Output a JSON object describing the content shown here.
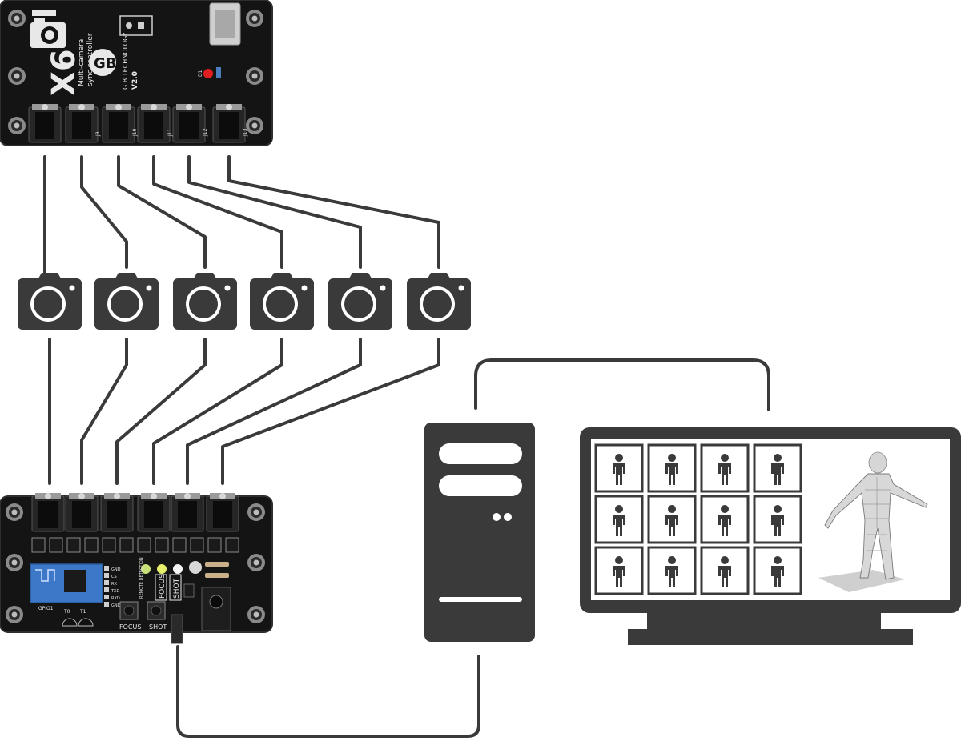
{
  "top_board": {
    "model": "X6",
    "brand_mark": "GB",
    "product_line1": "Multi-camera",
    "product_line2": "sync controller",
    "company": "G.B.TECHNOLOGY",
    "version": "V2.0",
    "led_label": "D1",
    "jacks": [
      "J8",
      "J10",
      "J11",
      "J12",
      "J13"
    ]
  },
  "bottom_board": {
    "button_focus": "FOCUS",
    "button_shot": "SHOT",
    "tag_focus": "FOCUS",
    "tag_shot": "SHOT",
    "tag_detection": "REMOTE DETECTION",
    "gpio_label": "GPIO1",
    "header_pins": [
      "GND",
      "CS",
      "RX",
      "TXD",
      "RXD",
      "GND"
    ],
    "transistors": [
      "T0",
      "T1"
    ]
  },
  "cameras": [
    {
      "icon": "camera-icon"
    },
    {
      "icon": "camera-icon"
    },
    {
      "icon": "camera-icon"
    },
    {
      "icon": "camera-icon"
    },
    {
      "icon": "camera-icon"
    },
    {
      "icon": "camera-icon"
    }
  ],
  "computer": {
    "icon": "pc-tower-icon"
  },
  "monitor": {
    "icon": "monitor-icon",
    "thumbnail_rows": 3,
    "thumbnail_cols": 4,
    "thumbnail_icon": "person-icon",
    "model_icon": "3d-human-mesh-icon"
  },
  "colors": {
    "wire": "#3a3a3a",
    "pcb": "#141414",
    "silkscreen": "#e8e8e8",
    "led": "#e02020"
  }
}
